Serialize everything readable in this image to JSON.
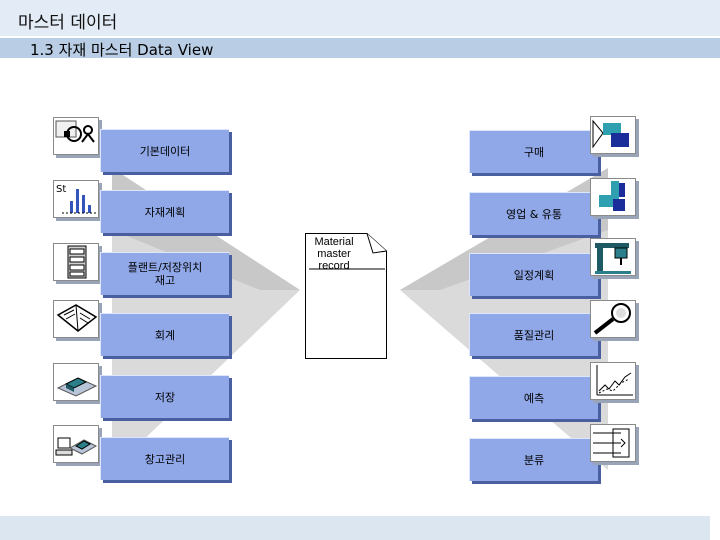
{
  "header": {
    "title": "마스터 데이터",
    "subtitle": "1.3 자재 마스터 Data View"
  },
  "center": {
    "label": "Material master record"
  },
  "left_views": [
    {
      "label": "기본데이터",
      "icon": "key-person-icon"
    },
    {
      "label": "자재계획",
      "icon": "bar-chart-icon"
    },
    {
      "label": "플랜트/저장위치\n재고",
      "icon": "storage-rack-icon"
    },
    {
      "label": "회계",
      "icon": "ledger-book-icon"
    },
    {
      "label": "저장",
      "icon": "warehouse-pallet-icon"
    },
    {
      "label": "창고관리",
      "icon": "computer-warehouse-icon"
    }
  ],
  "right_views": [
    {
      "label": "구매",
      "icon": "purchasing-icon"
    },
    {
      "label": "영업 & 유통",
      "icon": "sales-blocks-icon"
    },
    {
      "label": "일정계획",
      "icon": "machine-press-icon"
    },
    {
      "label": "품질관리",
      "icon": "magnifier-icon"
    },
    {
      "label": "예측",
      "icon": "forecast-graph-icon"
    },
    {
      "label": "분류",
      "icon": "classification-icon"
    }
  ],
  "colors": {
    "box_fill": "#90a8e8",
    "box_shadow": "#4a5fa0",
    "funnel_light": "#d8d8d8",
    "funnel_dark": "#bdbdbd",
    "header_bar": "#e3ecf6",
    "sub_bar": "#b9cde4"
  }
}
